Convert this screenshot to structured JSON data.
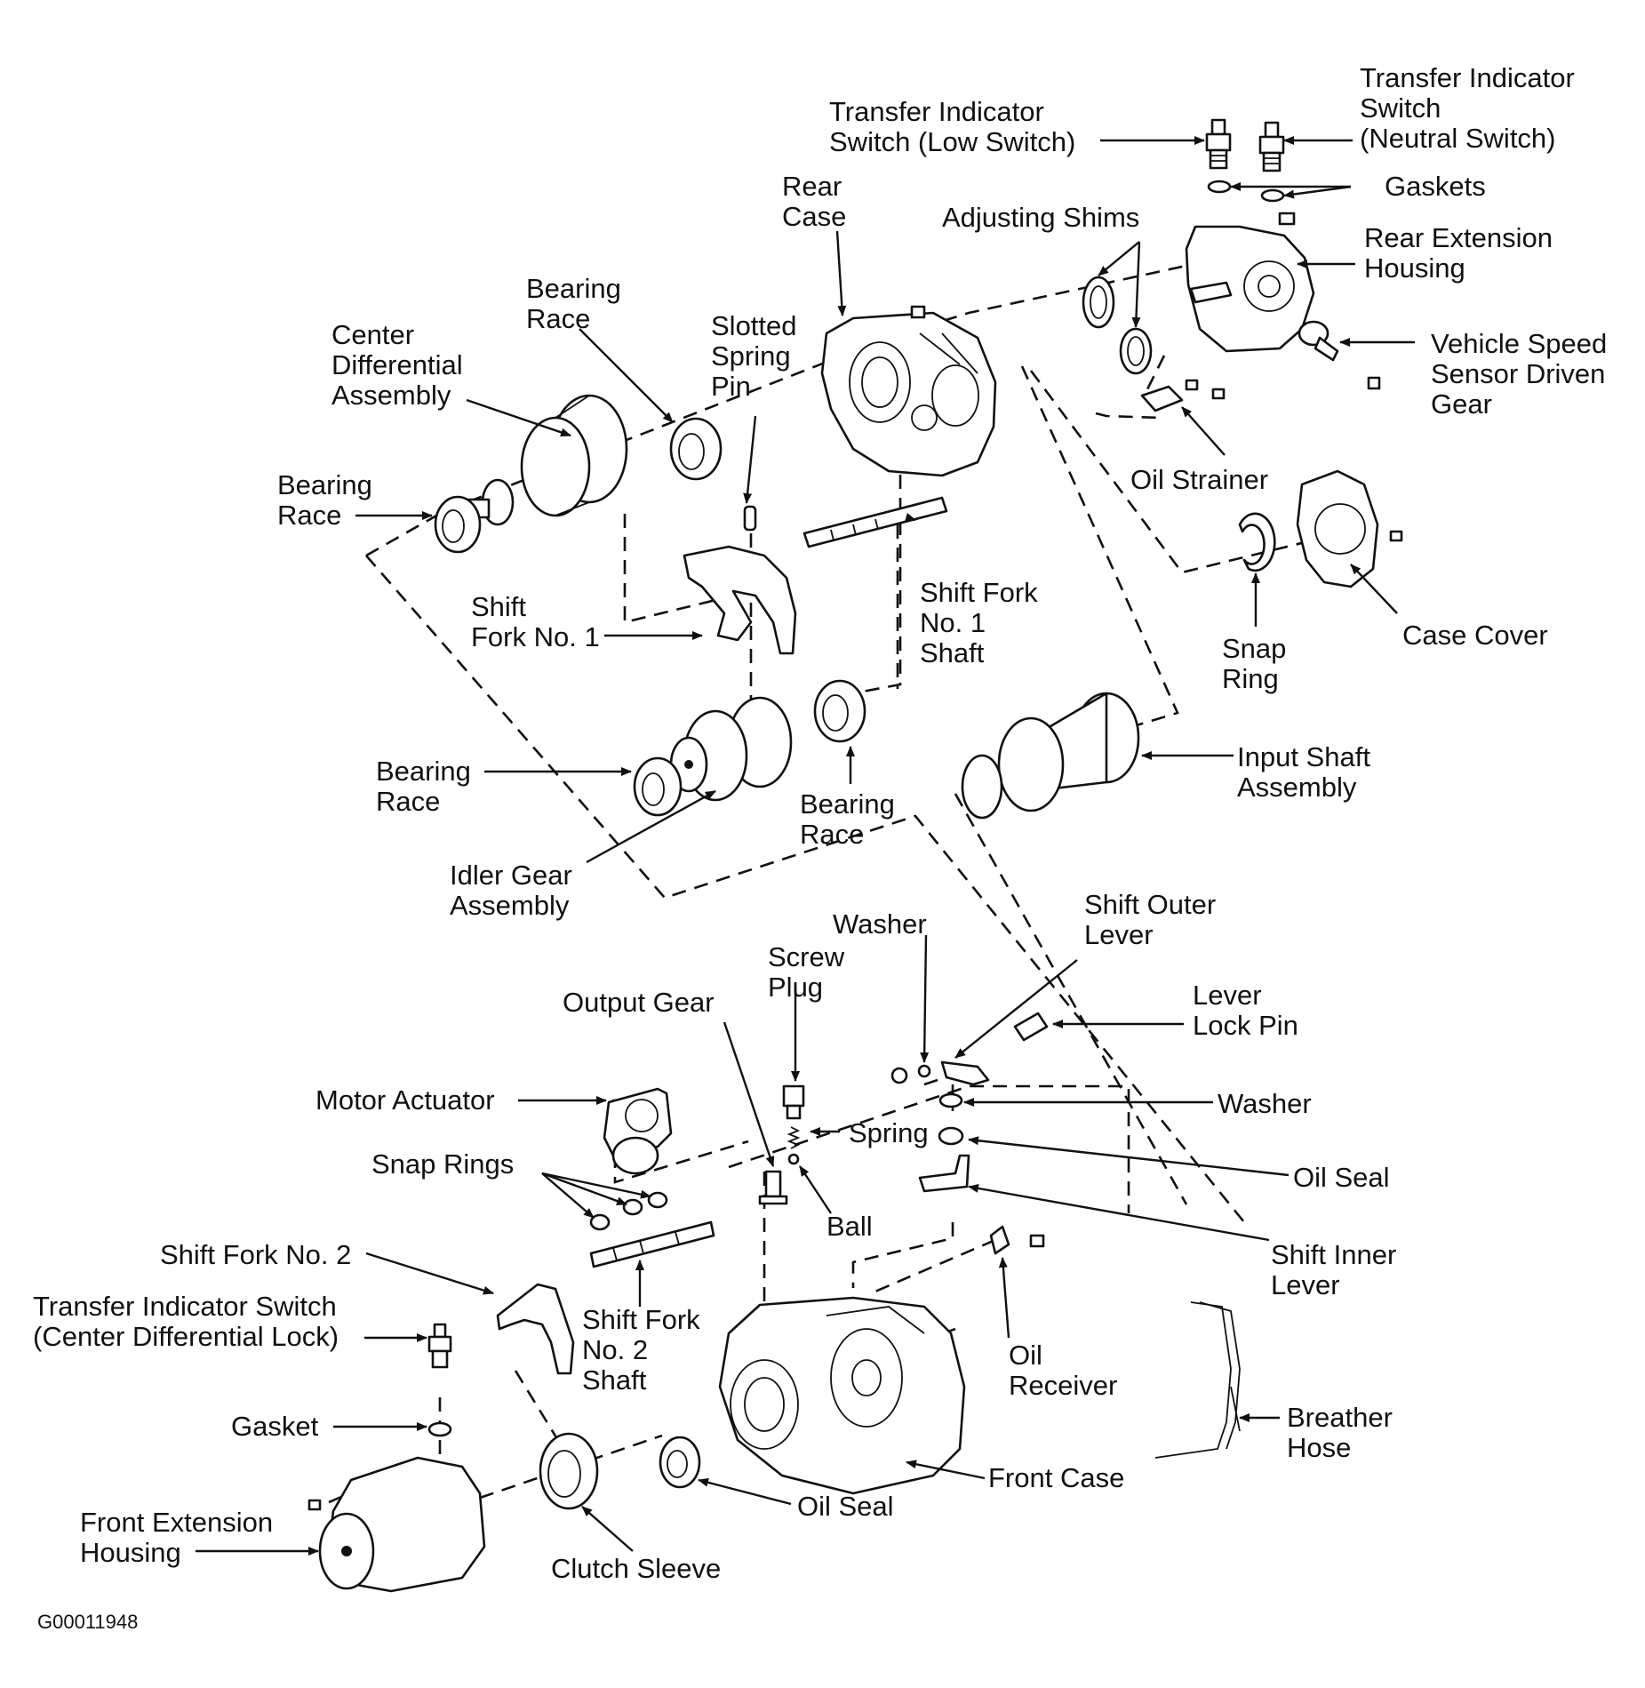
{
  "figure_code": "G00011948",
  "labels": {
    "transfer_indicator_switch_low": [
      "Transfer Indicator",
      "Switch (Low Switch)"
    ],
    "transfer_indicator_switch_neutral": [
      "Transfer Indicator",
      "Switch",
      "(Neutral Switch)"
    ],
    "gaskets": [
      "Gaskets"
    ],
    "rear_case": [
      "Rear",
      "Case"
    ],
    "adjusting_shims": [
      "Adjusting Shims"
    ],
    "rear_extension_housing": [
      "Rear Extension",
      "Housing"
    ],
    "bearing_race_top": [
      "Bearing",
      "Race"
    ],
    "center_differential_assembly": [
      "Center",
      "Differential",
      "Assembly"
    ],
    "slotted_spring_pin": [
      "Slotted",
      "Spring",
      "Pin"
    ],
    "vehicle_speed_sensor_driven_gear": [
      "Vehicle Speed",
      "Sensor Driven",
      "Gear"
    ],
    "bearing_race_left": [
      "Bearing",
      "Race"
    ],
    "oil_strainer": [
      "Oil Strainer"
    ],
    "shift_fork_no1": [
      "Shift",
      "Fork No. 1"
    ],
    "shift_fork_no1_shaft": [
      "Shift Fork",
      "No. 1",
      "Shaft"
    ],
    "case_cover": [
      "Case Cover"
    ],
    "snap_ring": [
      "Snap",
      "Ring"
    ],
    "bearing_race_mid_left": [
      "Bearing",
      "Race"
    ],
    "input_shaft_assembly": [
      "Input Shaft",
      "Assembly"
    ],
    "bearing_race_mid": [
      "Bearing",
      "Race"
    ],
    "idler_gear_assembly": [
      "Idler Gear",
      "Assembly"
    ],
    "shift_outer_lever": [
      "Shift Outer",
      "Lever"
    ],
    "washer_top": [
      "Washer"
    ],
    "screw_plug": [
      "Screw",
      "Plug"
    ],
    "output_gear": [
      "Output Gear"
    ],
    "lever_lock_pin": [
      "Lever",
      "Lock Pin"
    ],
    "motor_actuator": [
      "Motor Actuator"
    ],
    "washer_right": [
      "Washer"
    ],
    "spring": [
      "Spring"
    ],
    "snap_rings": [
      "Snap Rings"
    ],
    "oil_seal_right": [
      "Oil Seal"
    ],
    "ball": [
      "Ball"
    ],
    "shift_inner_lever": [
      "Shift Inner",
      "Lever"
    ],
    "shift_fork_no2": [
      "Shift Fork No. 2"
    ],
    "transfer_indicator_switch_cdl": [
      "Transfer Indicator Switch",
      "(Center Differential Lock)"
    ],
    "shift_fork_no2_shaft": [
      "Shift Fork",
      "No. 2",
      "Shaft"
    ],
    "oil_receiver": [
      "Oil",
      "Receiver"
    ],
    "breather_hose": [
      "Breather",
      "Hose"
    ],
    "gasket": [
      "Gasket"
    ],
    "front_case": [
      "Front Case"
    ],
    "oil_seal_bottom": [
      "Oil Seal"
    ],
    "front_extension_housing": [
      "Front Extension",
      "Housing"
    ],
    "clutch_sleeve": [
      "Clutch Sleeve"
    ]
  }
}
